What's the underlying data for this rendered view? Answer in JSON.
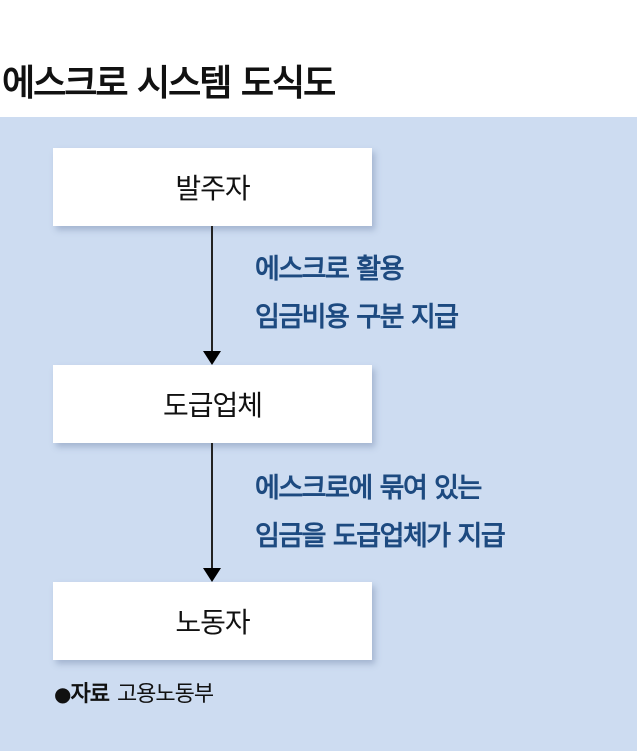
{
  "title": "에스크로 시스템 도식도",
  "colors": {
    "panel_bg": "#cddcf1",
    "note_text": "#1d4a80",
    "box_bg": "#ffffff",
    "arrow": "#000000"
  },
  "flow": {
    "nodes": [
      {
        "label": "발주자"
      },
      {
        "label": "도급업체"
      },
      {
        "label": "노동자"
      }
    ],
    "edges": [
      {
        "from": "발주자",
        "to": "도급업체",
        "lines": [
          "에스크로 활용",
          "임금비용 구분 지급"
        ]
      },
      {
        "from": "도급업체",
        "to": "노동자",
        "lines": [
          "에스크로에 묶여 있는",
          "임금을 도급업체가 지급"
        ]
      }
    ]
  },
  "source": {
    "bullet": "●",
    "label": "자료",
    "value": "고용노동부"
  }
}
